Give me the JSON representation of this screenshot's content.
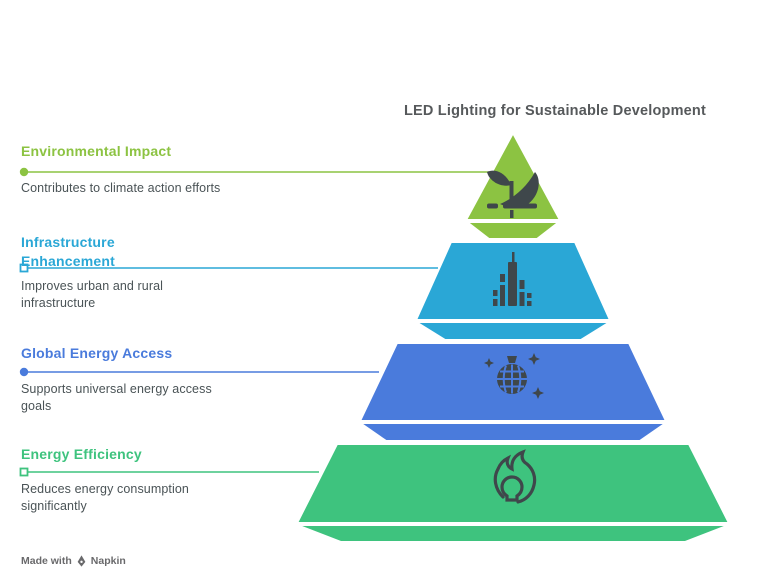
{
  "title": "LED Lighting for Sustainable Development",
  "levels": [
    {
      "label": "Environmental Impact",
      "description": "Contributes to climate action efforts",
      "color": "#8CC342",
      "icon": "sprout-icon",
      "marker": "circle"
    },
    {
      "label": "Infrastructure\nEnhancement",
      "description": "Improves urban and rural\ninfrastructure",
      "color": "#2AA7D6",
      "icon": "city-skyline-icon",
      "marker": "square"
    },
    {
      "label": "Global Energy Access",
      "description": "Supports universal energy access\ngoals",
      "color": "#4A7BDC",
      "icon": "globe-sparkles-icon",
      "marker": "circle"
    },
    {
      "label": "Energy Efficiency",
      "description": "Reduces energy consumption\nsignificantly",
      "color": "#3EC37E",
      "icon": "flame-bulb-icon",
      "marker": "square"
    }
  ],
  "colors": {
    "title_text": "#56595B",
    "description_text": "#4A5356",
    "icon_dark": "#3F474B",
    "outline_white": "#FFFFFF",
    "watermark_text": "#69696B"
  },
  "watermark": {
    "prefix": "Made with",
    "brand": "Napkin",
    "icon": "pen-nib-icon"
  }
}
